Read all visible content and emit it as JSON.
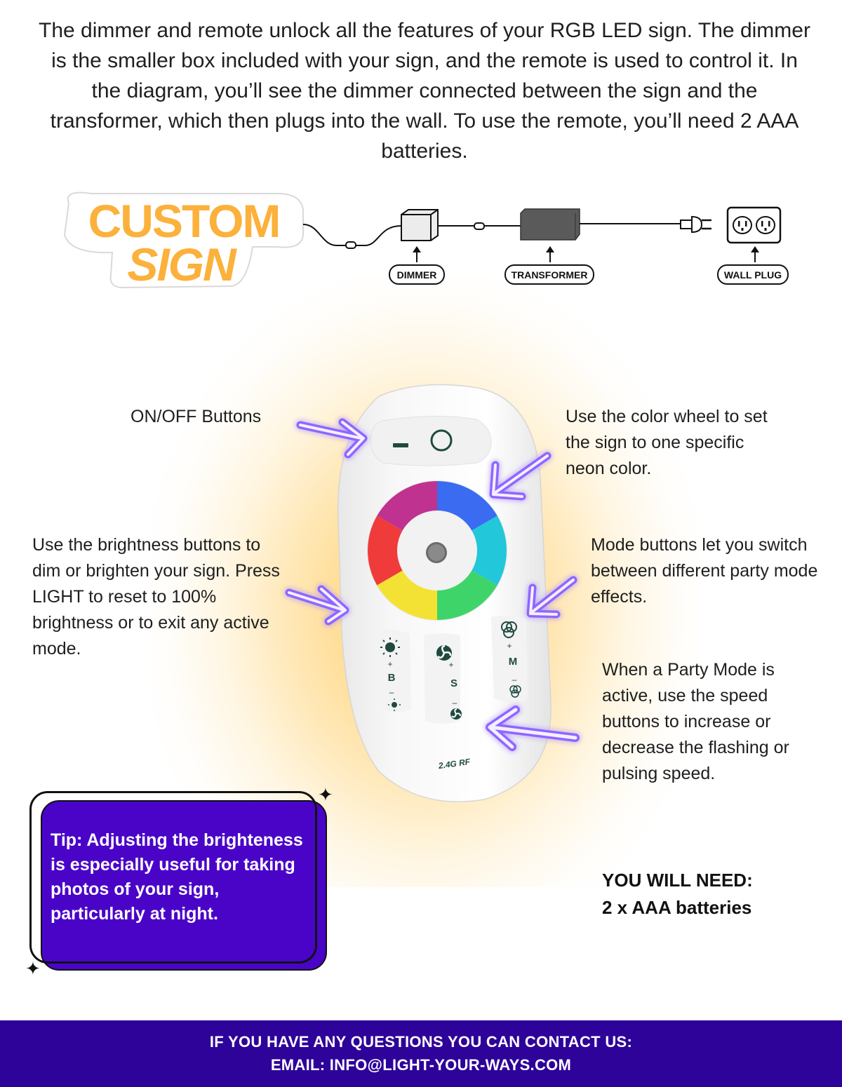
{
  "intro": {
    "paragraph": "The dimmer and remote unlock all the features of your RGB LED sign. The dimmer is the smaller box included with your sign, and the remote is used to control it. In the diagram, you’ll see the dimmer connected between the sign and the transformer, which then plugs into the wall. To use the remote, you’ll need 2 AAA batteries."
  },
  "diagram": {
    "sign_line1": "CUSTOM",
    "sign_line2": "SIGN",
    "dimmer_label": "DIMMER",
    "transformer_label": "TRANSFORMER",
    "wall_plug_label": "WALL PLUG"
  },
  "remote": {
    "brightness_letter": "B",
    "speed_letter": "S",
    "mode_letter": "M",
    "plus": "+",
    "minus": "–",
    "rf_label": "2.4G RF"
  },
  "callouts": {
    "on_off": "ON/OFF Buttons",
    "color_wheel": "Use the color wheel to set the sign to one specific neon color.",
    "brightness": "Use the brightness buttons to dim or brighten your sign. Press LIGHT to reset to 100% brightness or to exit any active mode.",
    "mode": "Mode buttons let you switch between different party mode effects.",
    "speed": "When a Party Mode is active, use the speed buttons to increase or decrease the flashing or pulsing speed."
  },
  "tip": {
    "text": "Tip: Adjusting the brighteness is especially useful for taking photos of your sign, particularly at night."
  },
  "need": {
    "line1": "YOU WILL NEED:",
    "line2": "2 x AAA batteries"
  },
  "footer": {
    "line1": "IF YOU HAVE ANY QUESTIONS YOU CAN CONTACT US:",
    "line2": "EMAIL: INFO@LIGHT-YOUR-WAYS.COM"
  },
  "colors": {
    "sign_orange": "#fbb13b",
    "footer_purple": "#2e0399",
    "tip_purple": "#4a04c8",
    "arrow_neon": "#9a7bff"
  }
}
